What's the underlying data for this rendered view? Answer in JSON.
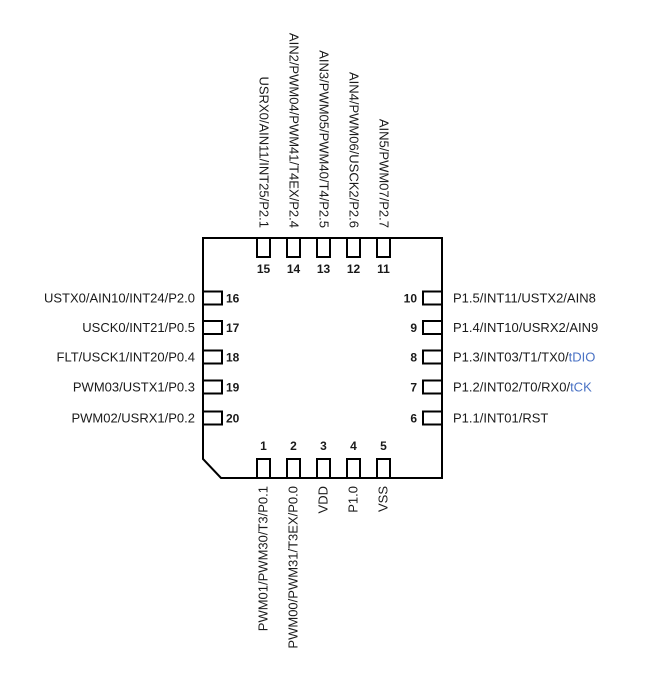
{
  "diagram": {
    "type": "ic-pinout",
    "package_pin_count": 20,
    "highlight_color": "#4a72c4",
    "pins": [
      {
        "number": "1",
        "side": "bottom",
        "label": "PWM01/PWM30/T3/P0.1"
      },
      {
        "number": "2",
        "side": "bottom",
        "label": "PWM00/PWM31/T3EX/P0.0"
      },
      {
        "number": "3",
        "side": "bottom",
        "label": "VDD"
      },
      {
        "number": "4",
        "side": "bottom",
        "label": "P1.0"
      },
      {
        "number": "5",
        "side": "bottom",
        "label": "VSS"
      },
      {
        "number": "6",
        "side": "right",
        "label": "P1.1/INT01/RST",
        "highlight": ""
      },
      {
        "number": "7",
        "side": "right",
        "label": "P1.2/INT02/T0/RX0/",
        "highlight": "tCK"
      },
      {
        "number": "8",
        "side": "right",
        "label": "P1.3/INT03/T1/TX0/",
        "highlight": "tDIO"
      },
      {
        "number": "9",
        "side": "right",
        "label": "P1.4/INT10/USRX2/AIN9",
        "highlight": ""
      },
      {
        "number": "10",
        "side": "right",
        "label": "P1.5/INT11/USTX2/AIN8",
        "highlight": ""
      },
      {
        "number": "11",
        "side": "top",
        "label": "AIN5/PWM07/P2.7"
      },
      {
        "number": "12",
        "side": "top",
        "label": "AIN4/PWM06/USCK2/P2.6"
      },
      {
        "number": "13",
        "side": "top",
        "label": "AIN3/PWM05/PWM40/T4/P2.5"
      },
      {
        "number": "14",
        "side": "top",
        "label": "AIN2/PWM04/PWM41/T4EX/P2.4"
      },
      {
        "number": "15",
        "side": "top",
        "label": "USRX0/AIN11/INT25/P2.1"
      },
      {
        "number": "16",
        "side": "left",
        "label": "USTX0/AIN10/INT24/P2.0"
      },
      {
        "number": "17",
        "side": "left",
        "label": "USCK0/INT21/P0.5"
      },
      {
        "number": "18",
        "side": "left",
        "label": "FLT/USCK1/INT20/P0.4"
      },
      {
        "number": "19",
        "side": "left",
        "label": "PWM03/USTX1/P0.3"
      },
      {
        "number": "20",
        "side": "left",
        "label": "PWM02/USRX1/P0.2"
      }
    ]
  }
}
